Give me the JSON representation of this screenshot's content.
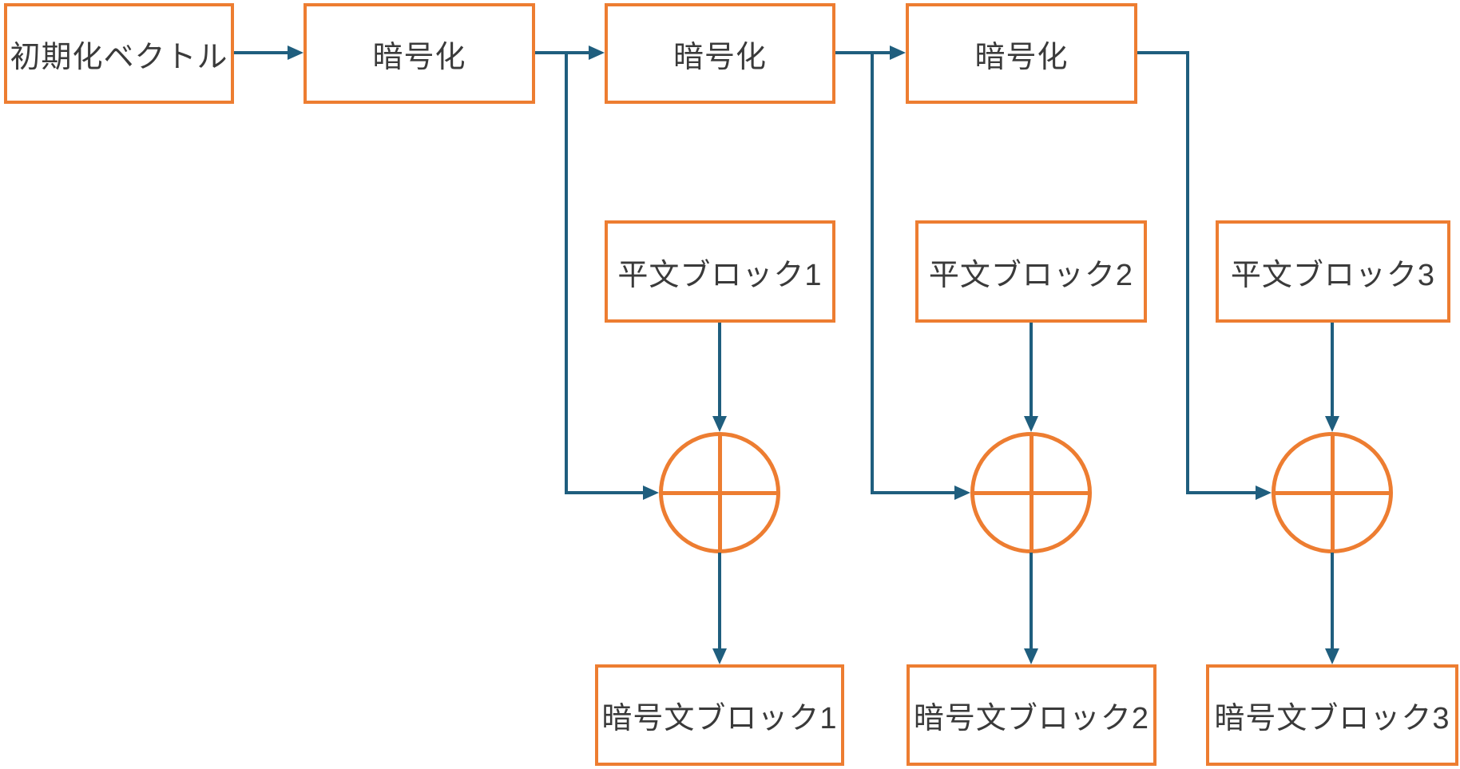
{
  "diagram": {
    "title": "CBC-style block cipher mode diagram",
    "colors": {
      "box_border": "#ED7D31",
      "arrow": "#1F5E7E",
      "text": "#3A3A3A",
      "background": "#FFFFFF"
    },
    "nodes": {
      "iv_label": "初期化ベクトル",
      "enc1_label": "暗号化",
      "enc2_label": "暗号化",
      "enc3_label": "暗号化",
      "plain1_label": "平文ブロック1",
      "plain2_label": "平文ブロック2",
      "plain3_label": "平文ブロック3",
      "cipher1_label": "暗号文ブロック1",
      "cipher2_label": "暗号文ブロック2",
      "cipher3_label": "暗号文ブロック3"
    },
    "operators": {
      "xor1_icon": "xor-circle-plus-icon",
      "xor2_icon": "xor-circle-plus-icon",
      "xor3_icon": "xor-circle-plus-icon"
    },
    "edges": [
      "初期化ベクトル -> 暗号化(1)",
      "暗号化(1) -> 暗号化(2)",
      "暗号化(1) -> XOR(1)",
      "暗号化(2) -> 暗号化(3)",
      "暗号化(2) -> XOR(2)",
      "暗号化(3) -> XOR(3)",
      "平文ブロック1 -> XOR(1)",
      "平文ブロック2 -> XOR(2)",
      "平文ブロック3 -> XOR(3)",
      "XOR(1) -> 暗号文ブロック1",
      "XOR(2) -> 暗号文ブロック2",
      "XOR(3) -> 暗号文ブロック3"
    ]
  }
}
